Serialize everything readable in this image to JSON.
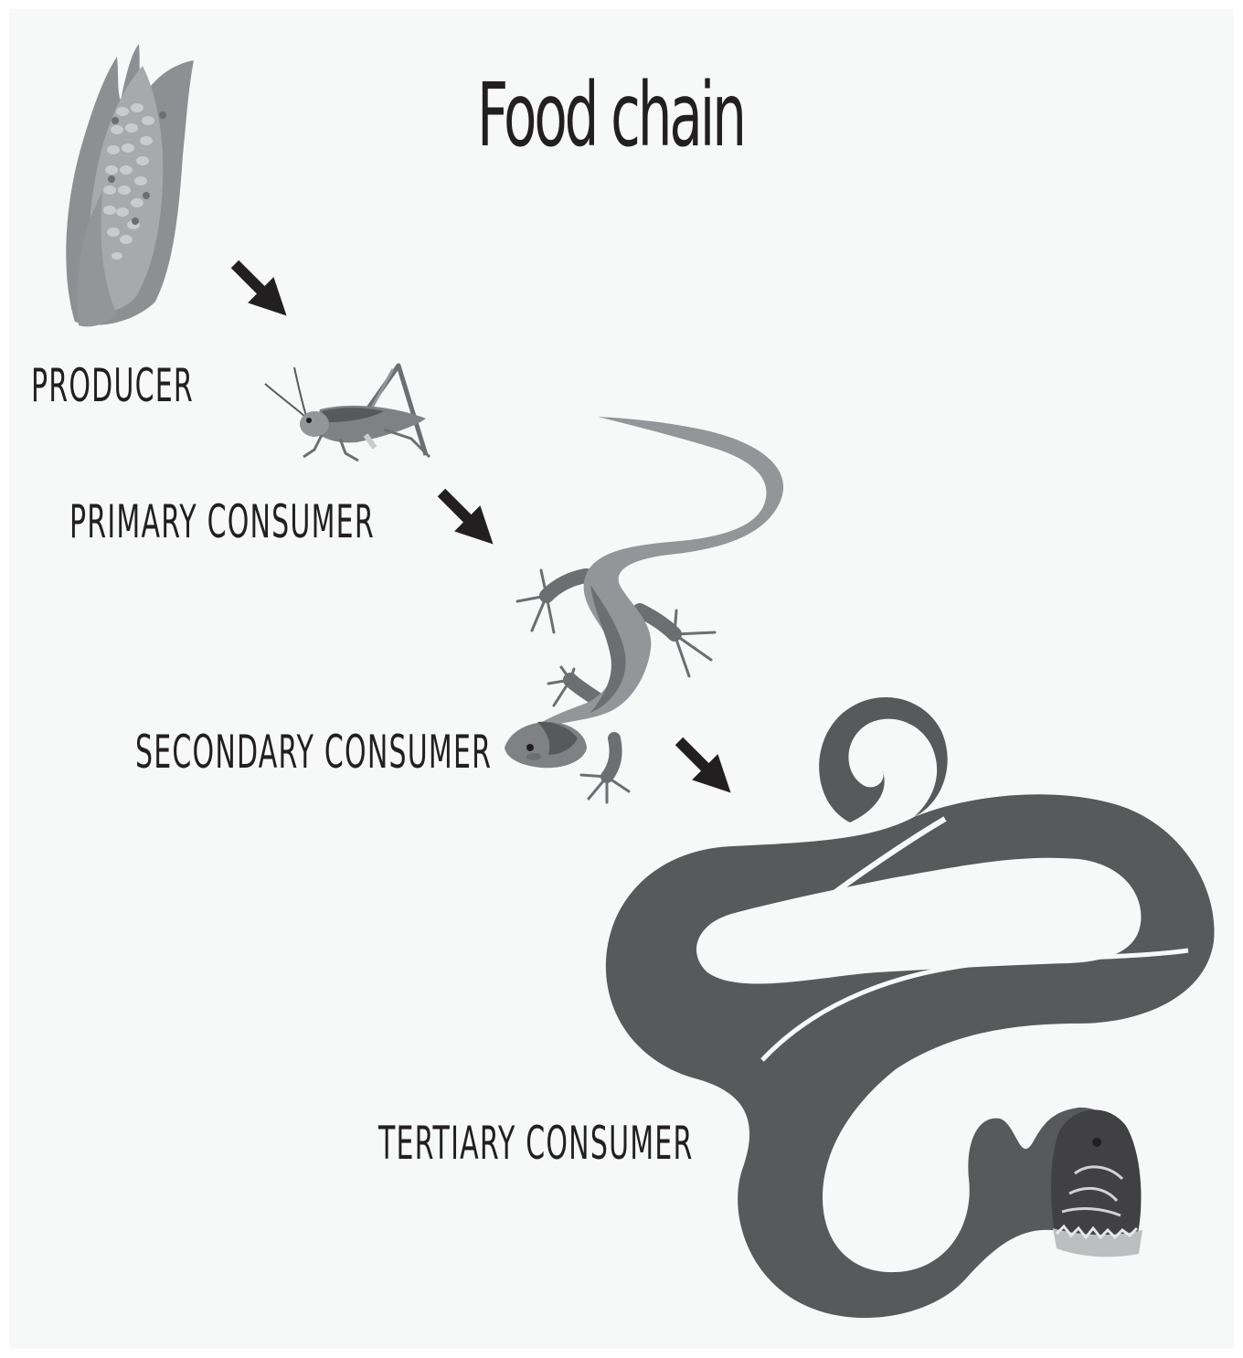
{
  "title": "Food chain",
  "levels": [
    {
      "label": "PRODUCER",
      "organism_icon": "corn-icon"
    },
    {
      "label": "PRIMARY  CONSUMER",
      "organism_icon": "grasshopper-icon"
    },
    {
      "label": "SECONDARY  CONSUMER",
      "organism_icon": "lizard-icon"
    },
    {
      "label": "TERTIARY  CONSUMER",
      "organism_icon": "snake-icon"
    }
  ],
  "colors": {
    "background": "#f7f8f8",
    "text": "#231f20",
    "arrow": "#231f20",
    "snake": "#58595b",
    "lizard": "#7c7d80",
    "grasshopper": "#808184",
    "corn": "#a7a9ac"
  }
}
